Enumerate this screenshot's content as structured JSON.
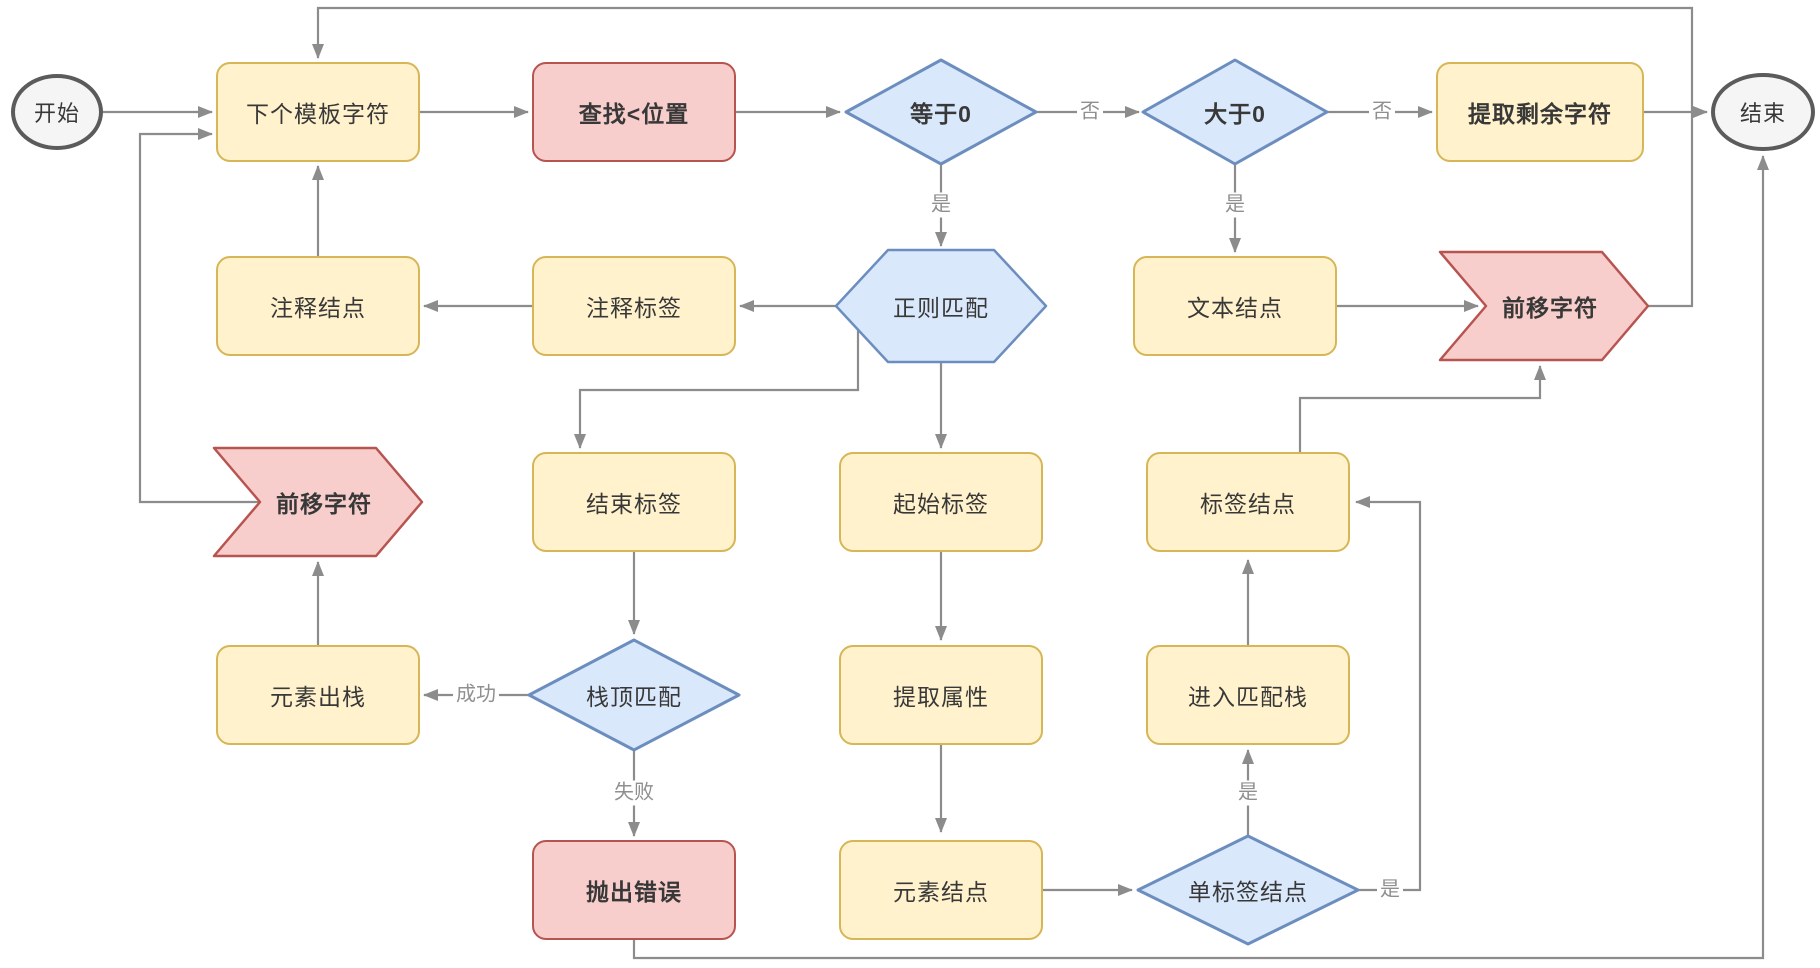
{
  "diagram": {
    "type": "flowchart",
    "language": "zh-CN",
    "nodes": {
      "start": {
        "label": "开始",
        "shape": "terminator"
      },
      "next_template_char": {
        "label": "下个模板字符",
        "shape": "process"
      },
      "find_lt_position": {
        "label": "查找<位置",
        "shape": "process"
      },
      "equals_zero": {
        "label": "等于0",
        "shape": "decision"
      },
      "greater_than_zero": {
        "label": "大于0",
        "shape": "decision"
      },
      "extract_remaining": {
        "label": "提取剩余字符",
        "shape": "process"
      },
      "end": {
        "label": "结束",
        "shape": "terminator"
      },
      "comment_node": {
        "label": "注释结点",
        "shape": "process"
      },
      "comment_tag": {
        "label": "注释标签",
        "shape": "process"
      },
      "regex_match": {
        "label": "正则匹配",
        "shape": "hexagon"
      },
      "text_node": {
        "label": "文本结点",
        "shape": "process"
      },
      "advance_char_top": {
        "label": "前移字符",
        "shape": "arrow-step"
      },
      "advance_char_left": {
        "label": "前移字符",
        "shape": "arrow-step"
      },
      "end_tag": {
        "label": "结束标签",
        "shape": "process"
      },
      "start_tag": {
        "label": "起始标签",
        "shape": "process"
      },
      "tag_node": {
        "label": "标签结点",
        "shape": "process"
      },
      "pop_element": {
        "label": "元素出栈",
        "shape": "process"
      },
      "stack_top_match": {
        "label": "栈顶匹配",
        "shape": "decision"
      },
      "extract_attributes": {
        "label": "提取属性",
        "shape": "process"
      },
      "enter_match_stack": {
        "label": "进入匹配栈",
        "shape": "process"
      },
      "throw_error": {
        "label": "抛出错误",
        "shape": "process"
      },
      "element_node": {
        "label": "元素结点",
        "shape": "process"
      },
      "single_tag_node": {
        "label": "单标签结点",
        "shape": "decision"
      }
    },
    "edge_labels": {
      "eq0_no": "否",
      "gt0_no": "否",
      "eq0_yes": "是",
      "gt0_yes": "是",
      "stack_success": "成功",
      "stack_fail": "失败",
      "single_tag_yes_up": "是",
      "single_tag_yes_right": "是"
    },
    "colors": {
      "process_fill": "#FFF2CC",
      "process_stroke": "#D6B656",
      "accent_fill": "#F8CECC",
      "accent_stroke": "#B85450",
      "decision_fill": "#DAE8FC",
      "decision_stroke": "#6C8EBF",
      "terminator_fill": "#F5F5F5",
      "terminator_stroke": "#5B5B5B",
      "connector": "#8C8C8C",
      "node_text": "#383838",
      "edge_label_text": "#8F8F8F"
    }
  }
}
